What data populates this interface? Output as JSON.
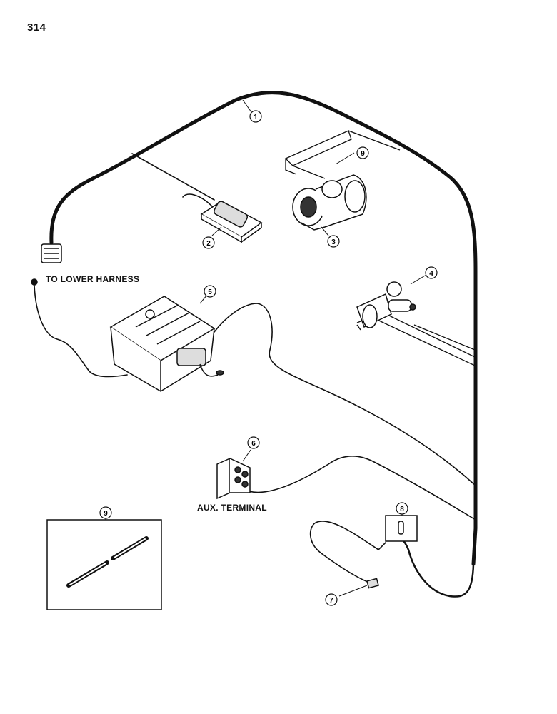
{
  "page_number": "314",
  "labels": {
    "lower_harness": "TO LOWER HARNESS",
    "aux_terminal": "AUX. TERMINAL"
  },
  "callouts": {
    "c1": "1",
    "c2": "2",
    "c3": "3",
    "c4": "4",
    "c5": "5",
    "c6": "6",
    "c7": "7",
    "c8": "8",
    "c9a": "9",
    "c9b": "9"
  },
  "colors": {
    "line": "#111111",
    "background": "#ffffff"
  }
}
